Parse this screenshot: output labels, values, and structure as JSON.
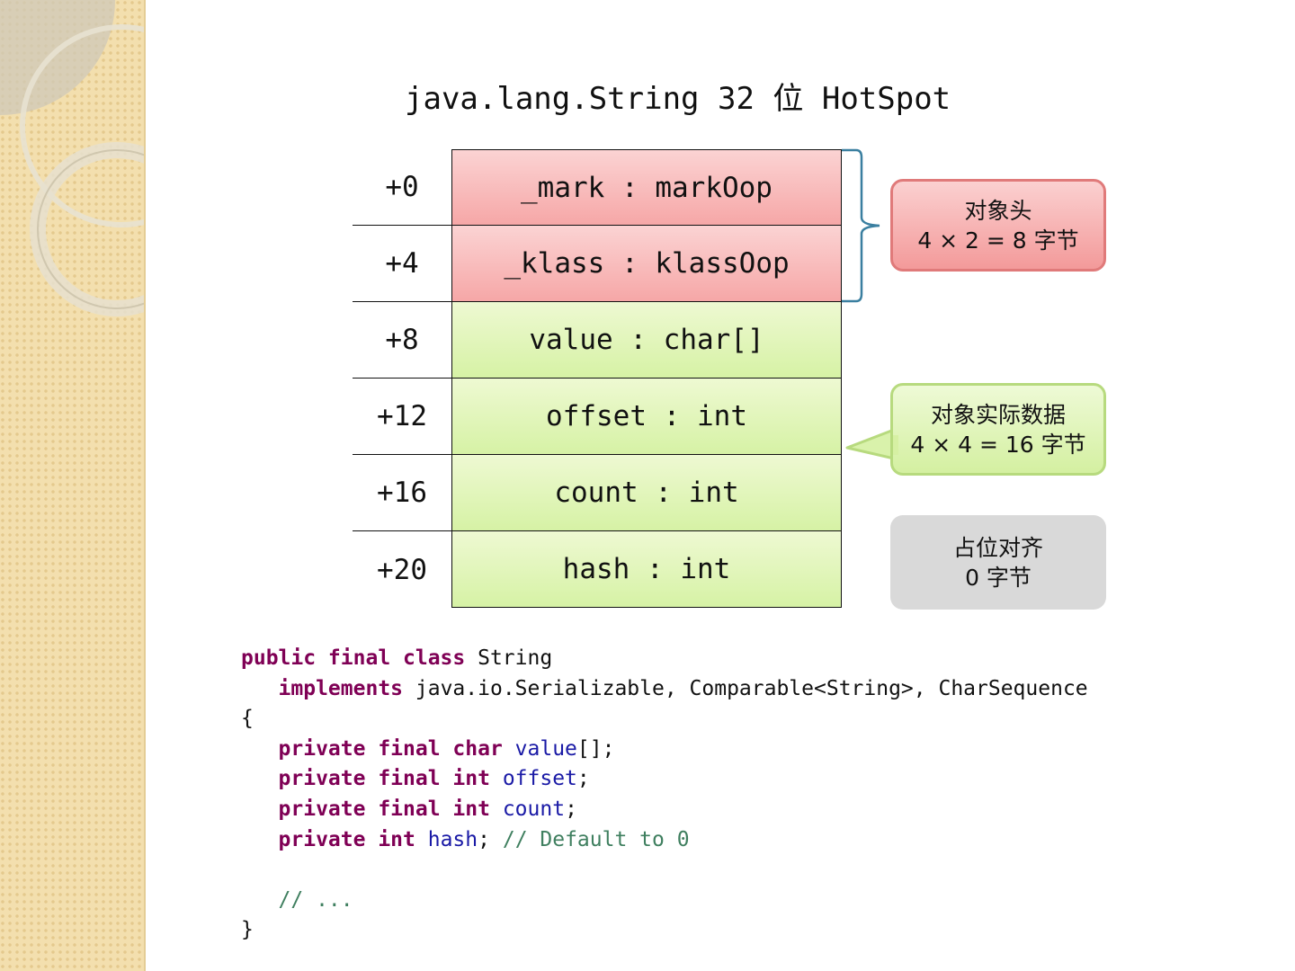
{
  "title": "java.lang.String 32 位 HotSpot",
  "rows": [
    {
      "offset": "+0",
      "field": "_mark : markOop",
      "group": "header"
    },
    {
      "offset": "+4",
      "field": "_klass : klassOop",
      "group": "header"
    },
    {
      "offset": "+8",
      "field": "value : char[]",
      "group": "data"
    },
    {
      "offset": "+12",
      "field": "offset : int",
      "group": "data"
    },
    {
      "offset": "+16",
      "field": "count : int",
      "group": "data"
    },
    {
      "offset": "+20",
      "field": "hash : int",
      "group": "data"
    }
  ],
  "callouts": {
    "header": {
      "line1": "对象头",
      "line2": "4 × 2 = 8 字节"
    },
    "data": {
      "line1": "对象实际数据",
      "line2": "4 × 4 = 16 字节"
    },
    "padding": {
      "line1": "占位对齐",
      "line2": "0 字节"
    }
  },
  "code": {
    "l1_kw": "public final class",
    "l1_name": "String",
    "l2_kw": "implements",
    "l2_rest": "java.io.Serializable, Comparable<String>, CharSequence",
    "l3": "{",
    "l4_kw": "private final char",
    "l4_id": "value",
    "l4_rest": "[];",
    "l5_kw": "private final int",
    "l5_id": "offset",
    "l5_rest": ";",
    "l6_kw": "private final int",
    "l6_id": "count",
    "l6_rest": ";",
    "l7_kw": "private int",
    "l7_id": "hash",
    "l7_rest": ";",
    "l7_comment": "// Default to 0",
    "l9_comment": "// ...",
    "l10": "}"
  },
  "colors": {
    "header_fill": "#f6a7a7",
    "data_fill": "#d6f2a5",
    "padding_fill": "#d9d9d9",
    "brace": "#3a7fa0",
    "keyword": "#7f0055",
    "identifier": "#1a1aa6",
    "comment": "#3f7f5f"
  }
}
